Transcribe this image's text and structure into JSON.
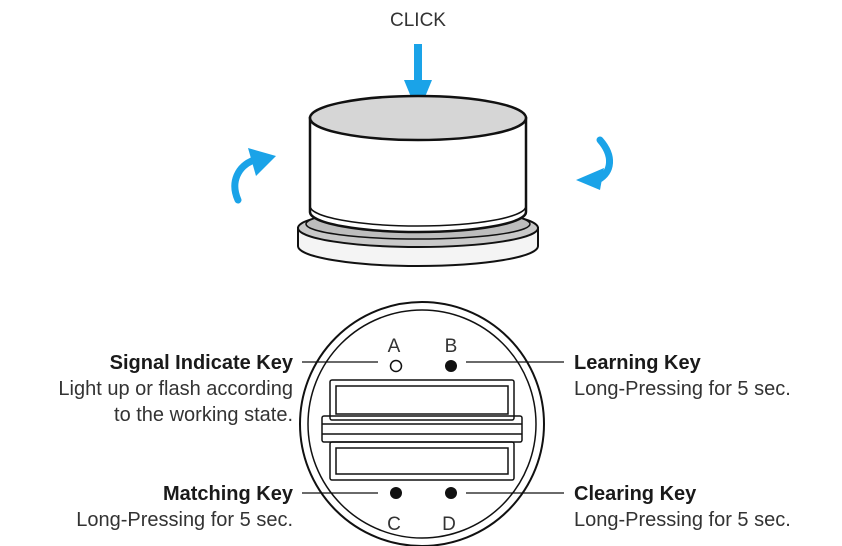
{
  "click_label": "CLICK",
  "colors": {
    "arrow": "#1aa3e8",
    "outline": "#111111",
    "top_fill": "#d6d6d6",
    "ring_fill": "#c9c9c9"
  },
  "pins": {
    "a": "A",
    "b": "B",
    "c": "C",
    "d": "D"
  },
  "signal_indicate": {
    "title": "Signal Indicate Key",
    "desc_line1": "Light up or flash according",
    "desc_line2": "to the working state."
  },
  "learning": {
    "title": "Learning Key",
    "desc": "Long-Pressing for 5 sec."
  },
  "matching": {
    "title": "Matching Key",
    "desc": "Long-Pressing for 5 sec."
  },
  "clearing": {
    "title": "Clearing Key",
    "desc": "Long-Pressing for 5 sec."
  }
}
